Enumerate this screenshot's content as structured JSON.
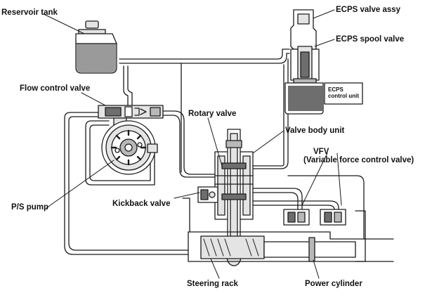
{
  "labels": {
    "reservoir_tank": "Reservoir tank",
    "ecps_valve_assy": "ECPS valve assy",
    "ecps_spool_valve": "ECPS spool valve",
    "ecps_control_unit_line1": "ECPS",
    "ecps_control_unit_line2": "control unit",
    "flow_control_valve": "Flow control valve",
    "rotary_valve": "Rotary valve",
    "valve_body_unit": "Valve body unit",
    "vfv_line1": "VFV",
    "vfv_line2": "(Variable force control valve)",
    "ps_pump": "P/S pump",
    "kickback_valve": "Kickback valve",
    "steering_rack": "Steering rack",
    "power_cylinder": "Power cylinder"
  },
  "colors": {
    "line": "#1a1a1a",
    "fill_dark": "#6e6e6e",
    "fill_mid": "#b8b8b8",
    "fill_light": "#e4e4e4"
  }
}
